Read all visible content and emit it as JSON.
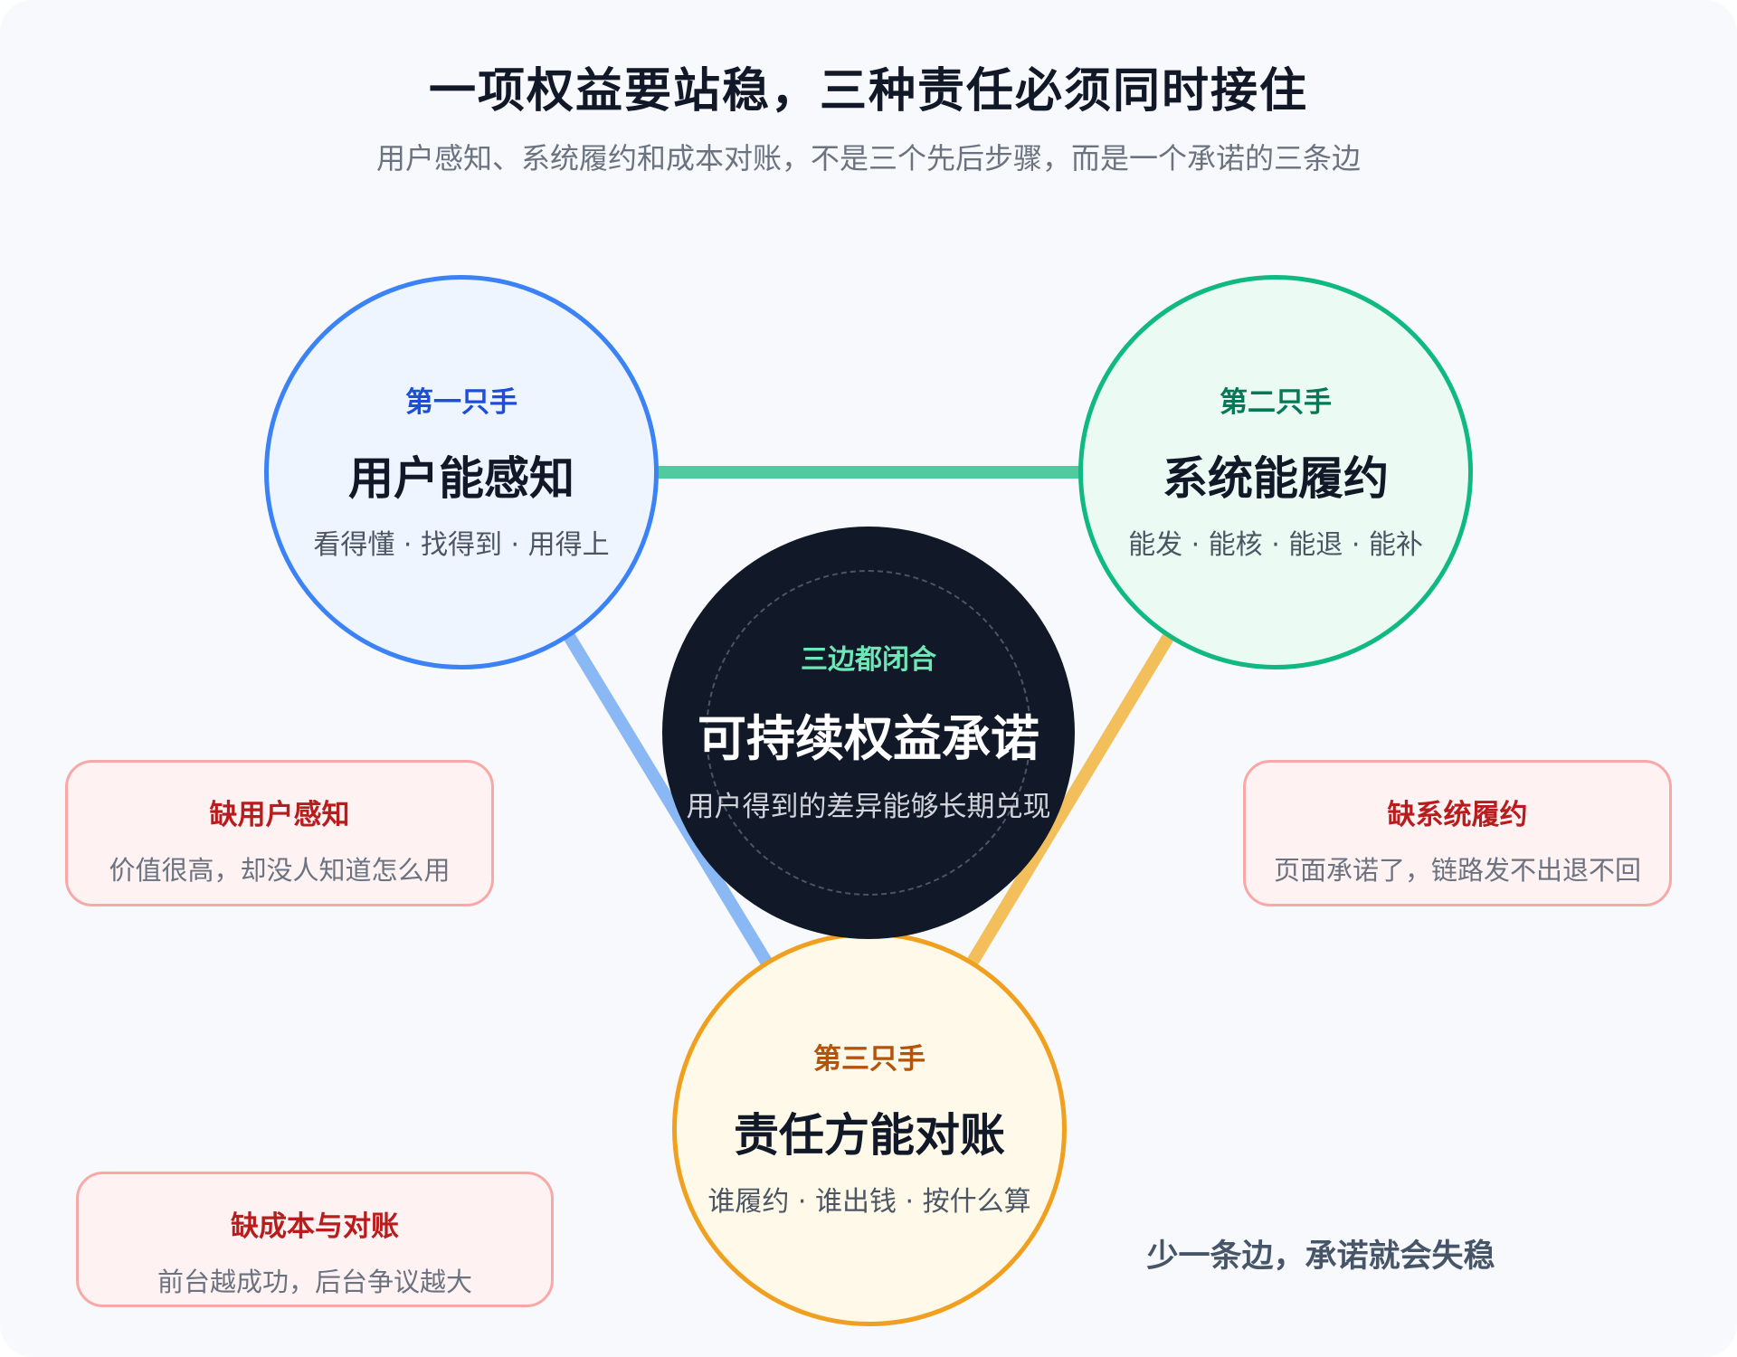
{
  "header": {
    "title": "一项权益要站稳，三种责任必须同时接住",
    "subtitle": "用户感知、系统履约和成本对账，不是三个先后步骤，而是一个承诺的三条边"
  },
  "nodes": {
    "user": {
      "tag": "第一只手",
      "name": "用户能感知",
      "desc": "看得懂 · 找得到 · 用得上"
    },
    "system": {
      "tag": "第二只手",
      "name": "系统能履约",
      "desc": "能发 · 能核 · 能退 · 能补"
    },
    "cost": {
      "tag": "第三只手",
      "name": "责任方能对账",
      "desc": "谁履约 · 谁出钱 · 按什么算"
    }
  },
  "center": {
    "tag": "三边都闭合",
    "name": "可持续权益承诺",
    "desc": "用户得到的差异能够长期兑现"
  },
  "warnings": {
    "user": {
      "title": "缺用户感知",
      "desc": "价值很高，却没人知道怎么用"
    },
    "system": {
      "title": "缺系统履约",
      "desc": "页面承诺了，链路发不出退不回"
    },
    "cost": {
      "title": "缺成本与对账",
      "desc": "前台越成功，后台争议越大"
    }
  },
  "note": "少一条边，承诺就会失稳",
  "colors": {
    "user": "#3b82f6",
    "system": "#10b981",
    "cost": "#f0a01e",
    "center": "#111827",
    "warning": "#b91c1c"
  }
}
